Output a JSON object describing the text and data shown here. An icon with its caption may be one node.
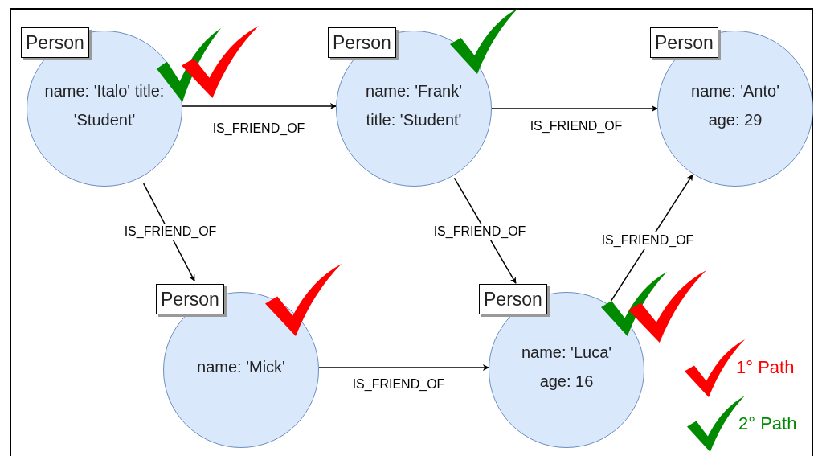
{
  "diagram": {
    "nodes": [
      {
        "text": [
          "Person",
          "name: 'Italo' title: 'Student'"
        ]
      },
      {
        "text": [
          "Person",
          "name: 'Frank' title: 'Student'"
        ]
      },
      {
        "text": [
          "Person",
          "name: 'Anto' age: 29"
        ]
      },
      {
        "text": [
          "Person",
          "name: 'Mick'"
        ]
      },
      {
        "text": [
          "Person",
          "name: 'Luca' age: 16"
        ]
      }
    ],
    "edges": [
      {
        "from": 0,
        "to": 1,
        "arrow": "to",
        "label": "IS_FRIEND_OF"
      },
      {
        "from": 1,
        "to": 2,
        "arrow": "to",
        "label": "IS_FRIEND_OF"
      },
      {
        "from": 0,
        "to": 3,
        "arrow": "to",
        "label": "IS_FRIEND_OF"
      },
      {
        "from": 1,
        "to": 4,
        "arrow": "to",
        "label": "IS_FRIEND_OF"
      },
      {
        "from": 4,
        "to": 2,
        "arrow": "to",
        "label": "IS_FRIEND_OF"
      },
      {
        "from": 3,
        "to": 4,
        "arrow": "to",
        "label": "IS_FRIEND_OF"
      }
    ],
    "legend": [
      {
        "text": "1° Path",
        "color": "#ff0000"
      },
      {
        "text": "2° Path",
        "color": "#008a00"
      }
    ]
  }
}
